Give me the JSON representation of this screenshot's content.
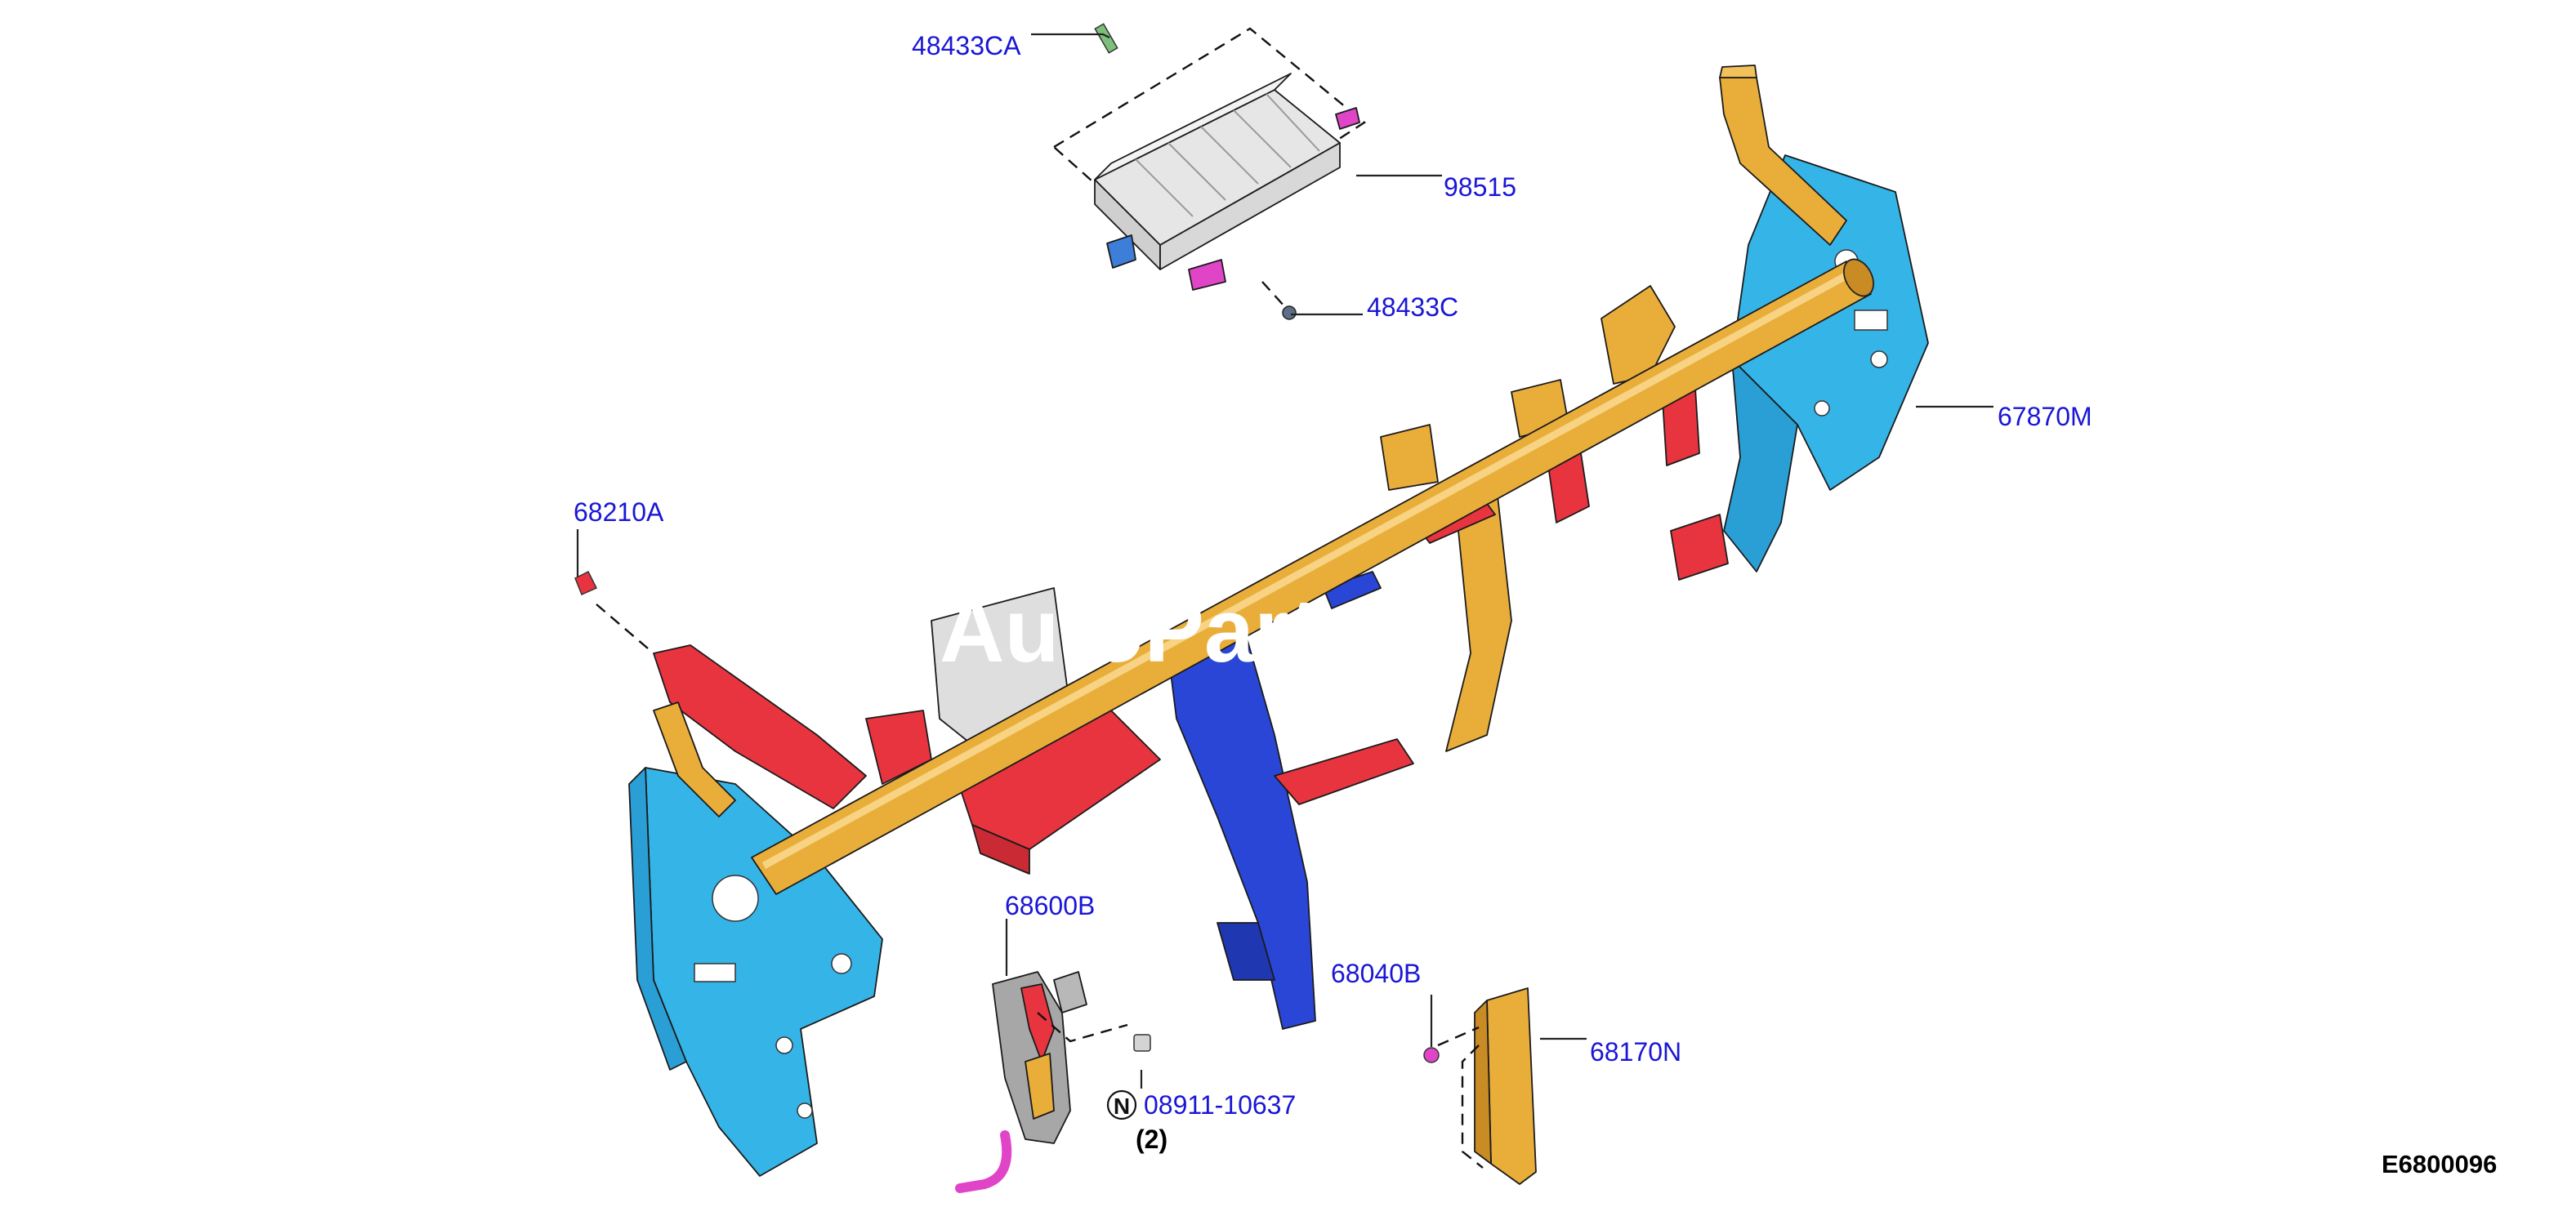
{
  "colors": {
    "callout_text": "#1a16d6",
    "beam": "#e9ad3a",
    "blue_parts": "#35b4e8",
    "red_parts": "#e8343f",
    "royal_blue": "#2a46d6",
    "airbag_housing": "#e6e6e6",
    "magenta": "#e045c8"
  },
  "callouts": [
    {
      "id": "48433CA",
      "text": "48433CA"
    },
    {
      "id": "98515",
      "text": "98515"
    },
    {
      "id": "48433C",
      "text": "48433C"
    },
    {
      "id": "67870M",
      "text": "67870M"
    },
    {
      "id": "68210A",
      "text": "68210A"
    },
    {
      "id": "68600B",
      "text": "68600B"
    },
    {
      "id": "68040B",
      "text": "68040B"
    },
    {
      "id": "68170N",
      "text": "68170N"
    },
    {
      "id": "08911-10637",
      "text": "08911-10637"
    }
  ],
  "fastener_symbol": "N",
  "quantity": "(2)",
  "diagram_id": "E6800096",
  "watermark": "AutoParts..."
}
